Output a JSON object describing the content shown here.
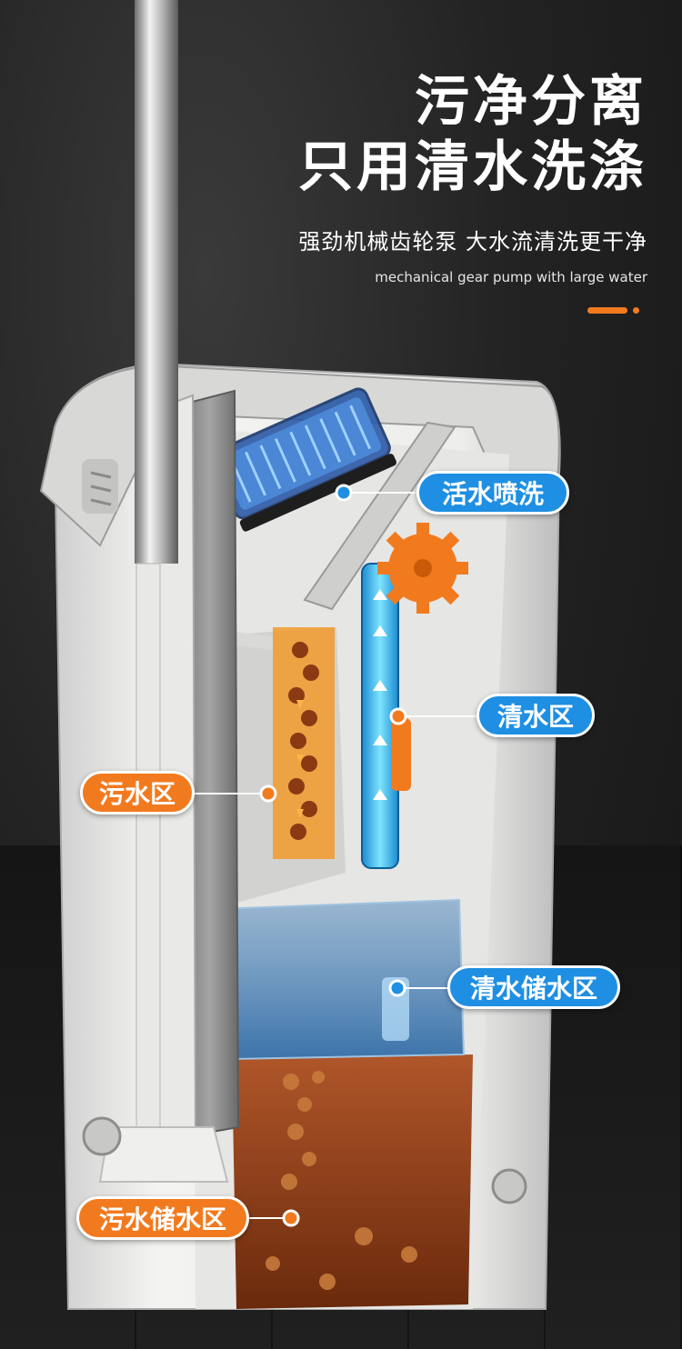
{
  "headline": {
    "line1": "污净分离",
    "line2": "只用清水洗涤"
  },
  "subtitle_cn": "强劲机械齿轮泵 大水流清洗更干净",
  "subtitle_en": "mechanical gear pump with large water",
  "labels": {
    "spray_wash": "活水喷洗",
    "clean_water_zone": "清水区",
    "dirty_water_zone": "污水区",
    "clean_storage_zone": "清水储水区",
    "dirty_storage_zone": "污水储水区"
  },
  "colors": {
    "accent": "#f27a1e",
    "blue_label": "#1e8fe2",
    "orange_label": "#f27a1e",
    "background": "#1c1c1c",
    "clean_water": "#3aa8f0",
    "dirty_water": "#8a3a12"
  }
}
